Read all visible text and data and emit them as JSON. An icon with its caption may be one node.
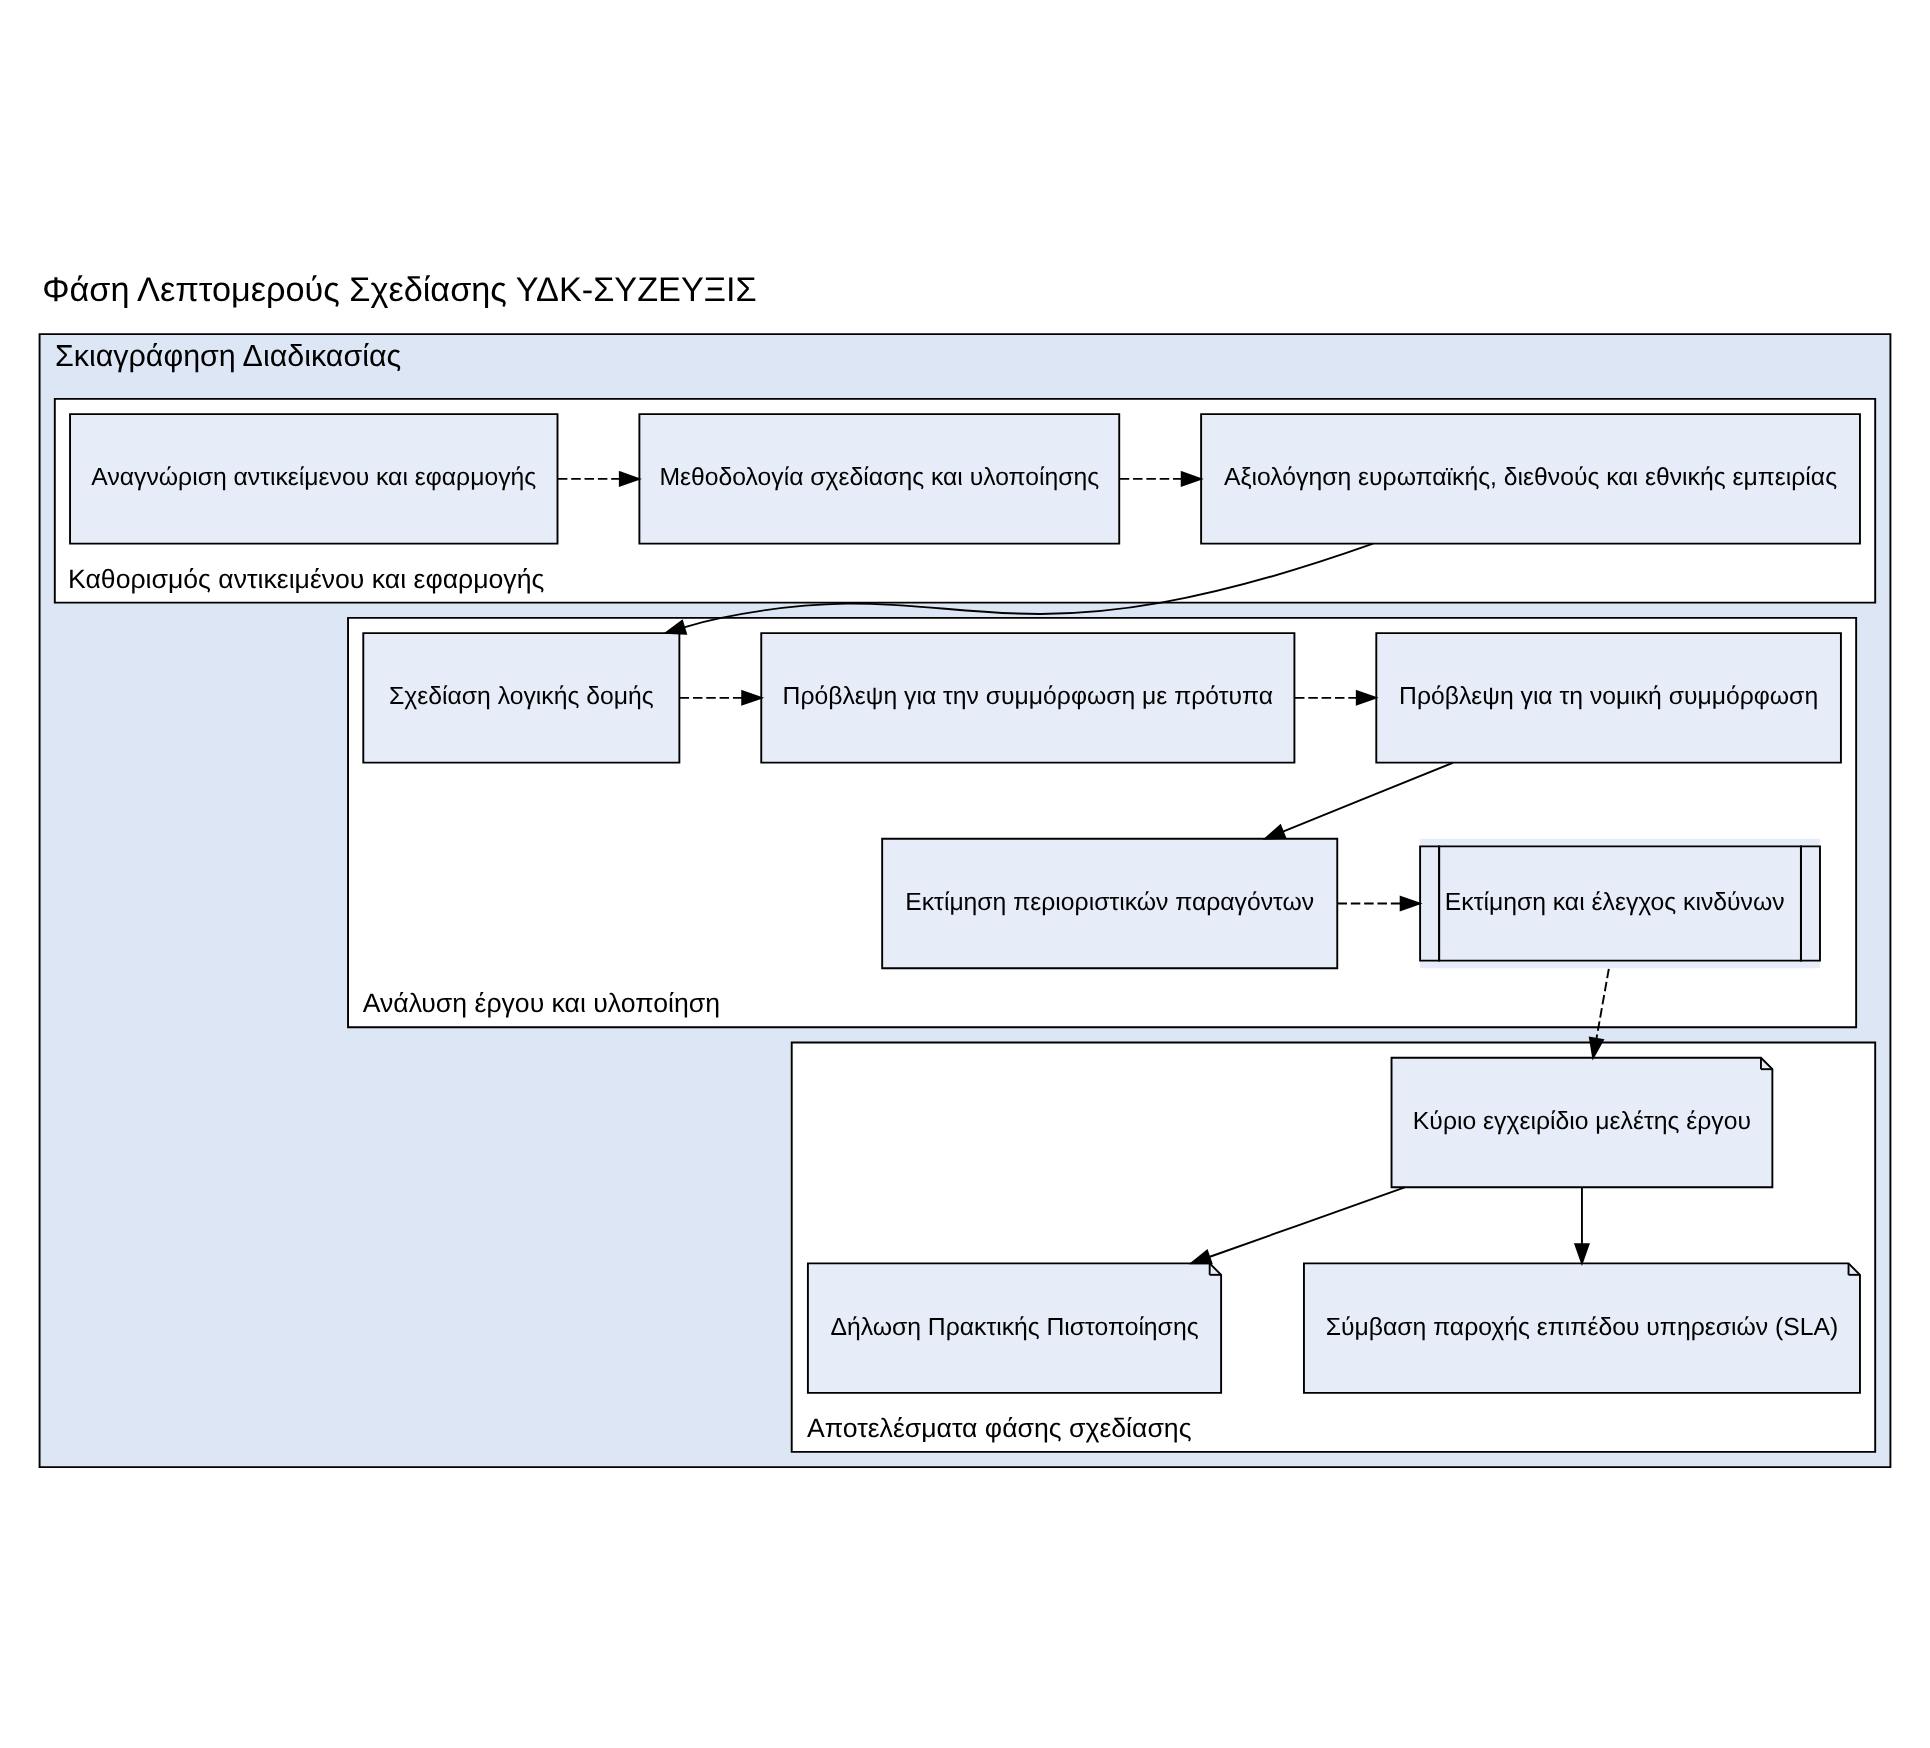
{
  "diagram": {
    "title": "Φάση Λεπτομερούς Σχεδίασης ΥΔΚ-ΣΥΖΕΥΞΙΣ",
    "nodes": [
      {
        "text": [
          "Σκιαγράφηση Διαδικασίας"
        ]
      },
      {
        "text": [
          "Καθορισμός αντικειμένου και εφαρμογής"
        ],
        "in": 0
      },
      {
        "text": [
          "Αναγνώριση αντικείμενου και εφαρμογής"
        ],
        "in": 1
      },
      {
        "text": [
          "Μεθοδολογία σχεδίασης και υλοποίησης"
        ],
        "in": 1
      },
      {
        "text": [
          "Αξιολόγηση ευρωπαϊκής, διεθνούς και εθνικής εμπειρίας"
        ],
        "in": 1
      },
      {
        "text": [
          "Ανάλυση έργου και υλοποίηση"
        ],
        "in": 0
      },
      {
        "text": [
          "Σχεδίαση λογικής δομής"
        ],
        "in": 5
      },
      {
        "text": [
          "Πρόβλεψη για την συμμόρφωση με πρότυπα"
        ],
        "in": 5
      },
      {
        "text": [
          "Πρόβλεψη για τη νομική συμμόρφωση"
        ],
        "in": 5
      },
      {
        "text": [
          "Εκτίμηση περιοριστικών παραγόντων"
        ],
        "in": 5
      },
      {
        "text": [
          "Εκτίμηση και έλεγχος κινδύνων"
        ],
        "in": 5
      },
      {
        "text": [
          "Αποτελέσματα φάσης σχεδίασης"
        ],
        "in": 0
      },
      {
        "text": [
          "Κύριο εγχειρίδιο μελέτης έργου"
        ],
        "in": 11
      },
      {
        "text": [
          "Δήλωση Πρακτικής Πιστοποίησης"
        ],
        "in": 11
      },
      {
        "text": [
          "Σύμβαση παροχής επιπέδου υπηρεσιών (SLA)"
        ],
        "in": 11
      }
    ],
    "edges": [
      {
        "from": 2,
        "to": 3,
        "arrow": "to",
        "style": "dashed"
      },
      {
        "from": 3,
        "to": 4,
        "arrow": "to",
        "style": "dashed"
      },
      {
        "from": 4,
        "to": 6,
        "arrow": "to"
      },
      {
        "from": 6,
        "to": 7,
        "arrow": "to",
        "style": "dashed"
      },
      {
        "from": 7,
        "to": 8,
        "arrow": "to",
        "style": "dashed"
      },
      {
        "from": 8,
        "to": 9,
        "arrow": "to"
      },
      {
        "from": 9,
        "to": 10,
        "arrow": "to",
        "style": "dashed"
      },
      {
        "from": 10,
        "to": 12,
        "arrow": "to",
        "style": "dashed"
      },
      {
        "from": 12,
        "to": 13,
        "arrow": "to"
      },
      {
        "from": 12,
        "to": 14,
        "arrow": "to"
      }
    ]
  }
}
